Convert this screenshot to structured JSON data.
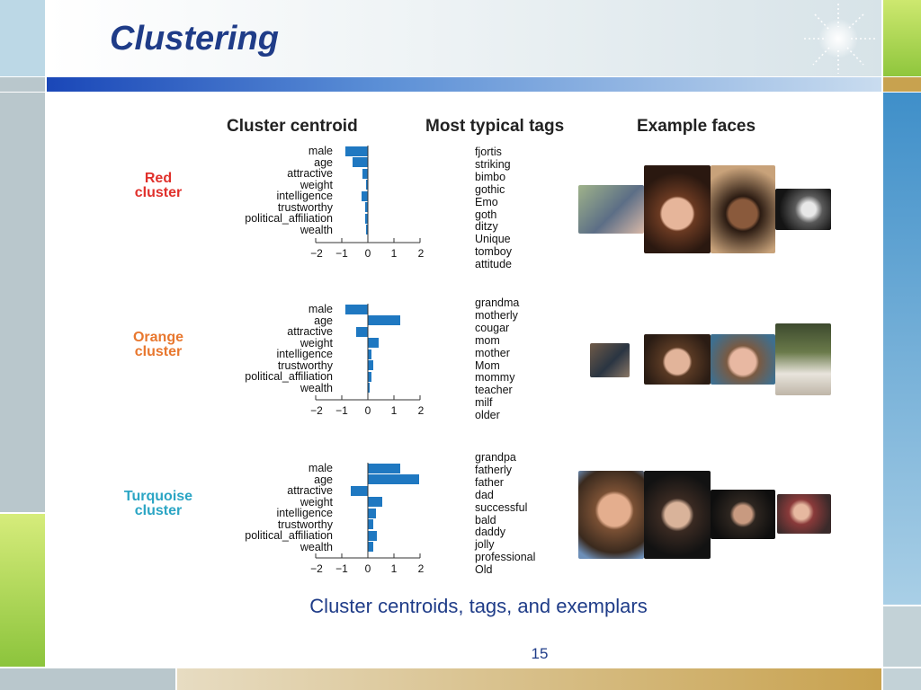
{
  "slide": {
    "title": "Clustering",
    "caption": "Cluster centroids, tags, and exemplars",
    "page_number": "15"
  },
  "headers": {
    "centroid": "Cluster centroid",
    "tags": "Most typical tags",
    "faces": "Example faces"
  },
  "chart_data": [
    {
      "type": "bar",
      "orientation": "horizontal",
      "cluster": {
        "name": "Red",
        "word": "cluster",
        "color": "#e0302b"
      },
      "categories": [
        "male",
        "age",
        "attractive",
        "weight",
        "intelligence",
        "trustworthy",
        "political_affiliation",
        "wealth"
      ],
      "values": [
        -0.85,
        -0.6,
        -0.2,
        -0.05,
        -0.25,
        -0.1,
        -0.1,
        -0.05
      ],
      "xlim": [
        -2,
        2
      ],
      "xticks": [
        "−2",
        "−1",
        "0",
        "1",
        "2"
      ],
      "tags": [
        "fjortis",
        "striking",
        "bimbo",
        "gothic",
        "Emo",
        "goth",
        "ditzy",
        "Unique",
        "tomboy",
        "attitude"
      ]
    },
    {
      "type": "bar",
      "orientation": "horizontal",
      "cluster": {
        "name": "Orange",
        "word": "cluster",
        "color": "#e8772e"
      },
      "categories": [
        "male",
        "age",
        "attractive",
        "weight",
        "intelligence",
        "trustworthy",
        "political_affiliation",
        "wealth"
      ],
      "values": [
        -0.85,
        1.25,
        -0.45,
        0.4,
        0.15,
        0.2,
        0.15,
        0.05
      ],
      "xlim": [
        -2,
        2
      ],
      "xticks": [
        "−2",
        "−1",
        "0",
        "1",
        "2"
      ],
      "tags": [
        "grandma",
        "motherly",
        "cougar",
        "mom",
        "mother",
        "Mom",
        "mommy",
        "teacher",
        "milf",
        "older"
      ]
    },
    {
      "type": "bar",
      "orientation": "horizontal",
      "cluster": {
        "name": "Turquoise",
        "word": "cluster",
        "color": "#2ba5c4"
      },
      "categories": [
        "male",
        "age",
        "attractive",
        "weight",
        "intelligence",
        "trustworthy",
        "political_affiliation",
        "wealth"
      ],
      "values": [
        1.25,
        1.95,
        -0.65,
        0.55,
        0.3,
        0.2,
        0.35,
        0.2
      ],
      "xlim": [
        -2,
        2
      ],
      "xticks": [
        "−2",
        "−1",
        "0",
        "1",
        "2"
      ],
      "tags": [
        "grandpa",
        "fatherly",
        "father",
        "dad",
        "successful",
        "bald",
        "daddy",
        "jolly",
        "professional",
        "Old"
      ]
    }
  ]
}
